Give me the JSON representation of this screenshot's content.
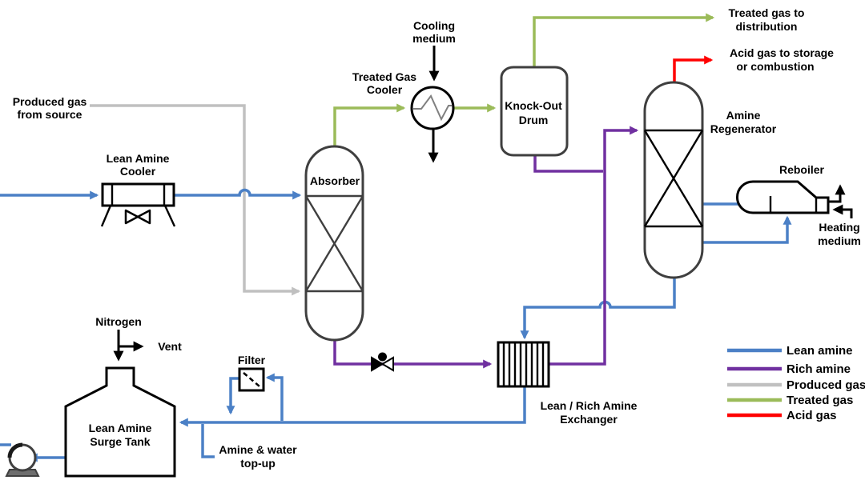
{
  "labels": {
    "produced_gas_source": [
      "Produced gas",
      "from source"
    ],
    "lean_amine_cooler": [
      "Lean Amine",
      "Cooler"
    ],
    "absorber": [
      "Absorber"
    ],
    "treated_gas_cooler": [
      "Treated Gas",
      "Cooler"
    ],
    "cooling_medium": [
      "Cooling",
      "medium"
    ],
    "knock_out_drum": [
      "Knock-Out",
      "Drum"
    ],
    "treated_gas_distribution": [
      "Treated gas to",
      "distribution"
    ],
    "acid_gas_storage": [
      "Acid gas to storage",
      "or combustion"
    ],
    "amine_regenerator": [
      "Amine",
      "Regenerator"
    ],
    "reboiler": [
      "Reboiler"
    ],
    "heating_medium": [
      "Heating",
      "medium"
    ],
    "lean_rich_exchanger": [
      "Lean / Rich Amine",
      "Exchanger"
    ],
    "nitrogen": [
      "Nitrogen"
    ],
    "vent": [
      "Vent"
    ],
    "filter": [
      "Filter"
    ],
    "lean_amine_surge_tank": [
      "Lean Amine",
      "Surge Tank"
    ],
    "amine_water_topup": [
      "Amine & water",
      "top-up"
    ]
  },
  "legend": {
    "items": [
      {
        "label": "Lean amine",
        "color": "#4b80c6"
      },
      {
        "label": "Rich amine",
        "color": "#7030a0"
      },
      {
        "label": "Produced gas",
        "color": "#c0c0c0"
      },
      {
        "label": "Treated gas",
        "color": "#9bbb59"
      },
      {
        "label": "Acid gas",
        "color": "#ff0000"
      }
    ]
  },
  "colors": {
    "lean_amine": "#4b80c6",
    "rich_amine": "#7030a0",
    "produced_gas": "#c0c0c0",
    "treated_gas": "#9bbb59",
    "acid_gas": "#ff0000",
    "utility": "#000000",
    "equipment_outline": "#3f3f3f"
  }
}
